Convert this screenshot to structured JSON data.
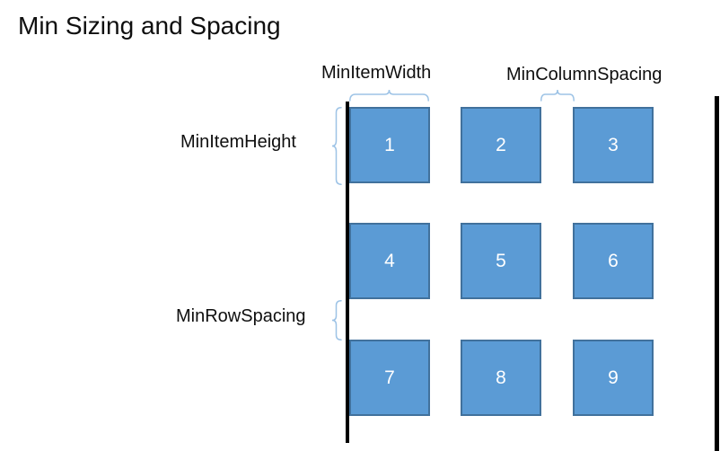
{
  "title": "Min Sizing and Spacing",
  "labels": {
    "min_item_width": "MinItemWidth",
    "min_column_spacing": "MinColumnSpacing",
    "min_item_height": "MinItemHeight",
    "min_row_spacing": "MinRowSpacing"
  },
  "grid": {
    "rows": 3,
    "columns": 3,
    "items": [
      "1",
      "2",
      "3",
      "4",
      "5",
      "6",
      "7",
      "8",
      "9"
    ]
  },
  "annotations": {
    "min_item_width_brace": "horizontal brace spanning width of item 1",
    "min_column_spacing_brace": "horizontal brace spanning gap between items 2 and 3",
    "min_item_height_brace": "vertical brace spanning height of item 1",
    "min_row_spacing_brace": "vertical brace spanning gap between rows 2 and 3",
    "left_boundary_line": "vertical black line at left edge of grid",
    "right_boundary_line": "vertical black line at right viewport edge"
  },
  "colors": {
    "item_fill": "#5B9BD5",
    "item_border": "#41719C",
    "item_number": "#FFFFFF",
    "brace": "#9DC3E6",
    "boundary_line": "#000000",
    "text": "#0F0F0F",
    "background": "#FFFFFF"
  }
}
